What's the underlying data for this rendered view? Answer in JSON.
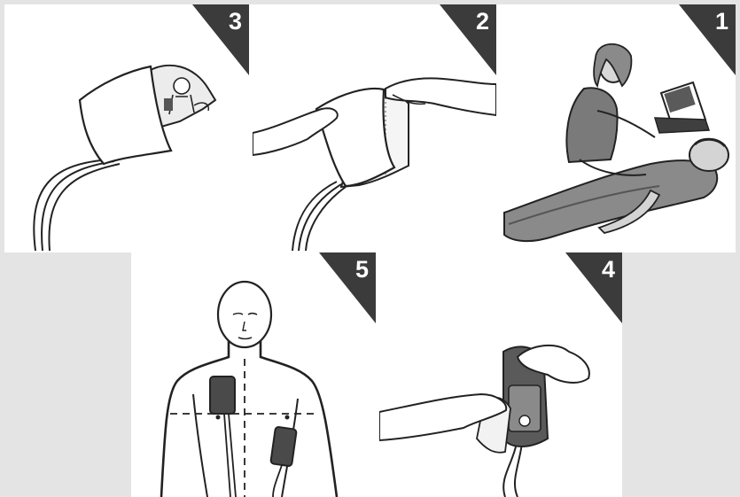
{
  "steps": [
    {
      "number": "1",
      "icon": "rescuer-with-aed-icon"
    },
    {
      "number": "2",
      "icon": "tear-open-package-icon"
    },
    {
      "number": "3",
      "icon": "remove-pads-icon"
    },
    {
      "number": "4",
      "icon": "peel-pad-liner-icon"
    },
    {
      "number": "5",
      "icon": "pad-placement-torso-icon"
    }
  ],
  "colors": {
    "badge": "#3b3b3b",
    "badge_text": "#ffffff",
    "frame_background": "#e4e4e4",
    "panel_background": "#ffffff"
  }
}
